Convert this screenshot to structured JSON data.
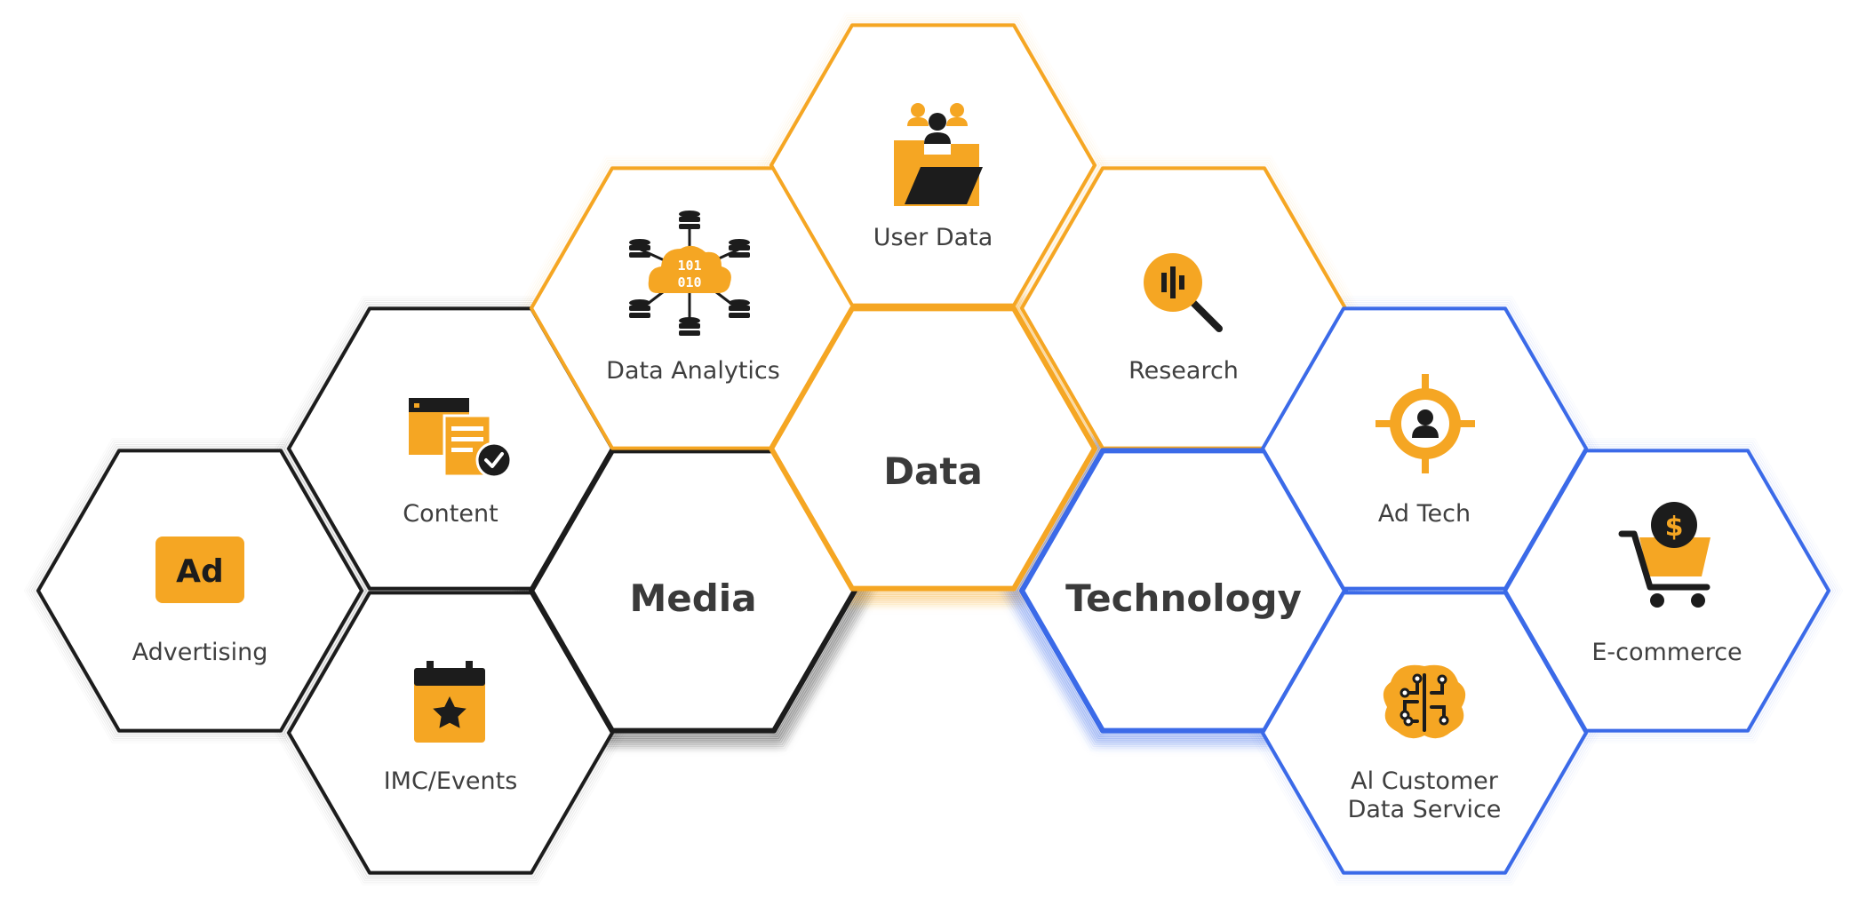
{
  "colors": {
    "orange": "#f5a623",
    "black": "#1c1c1c",
    "blue": "#3b6ae8",
    "hub_text": "#3a3a3a",
    "label_text": "#3f3f3f"
  },
  "cells": {
    "advertising": {
      "label": "Advertising",
      "icon": "ad-badge-icon"
    },
    "content": {
      "label": "Content",
      "icon": "content-documents-icon"
    },
    "imc_events": {
      "label": "IMC/Events",
      "icon": "calendar-star-icon"
    },
    "media": {
      "label": "Media"
    },
    "data_analytics": {
      "label": "Data Analytics",
      "icon": "data-cloud-network-icon"
    },
    "user_data": {
      "label": "User Data",
      "icon": "user-data-folder-icon"
    },
    "data": {
      "label": "Data"
    },
    "research": {
      "label": "Research",
      "icon": "research-magnifier-icon"
    },
    "technology": {
      "label": "Technology"
    },
    "ad_tech": {
      "label": "Ad Tech",
      "icon": "target-user-icon"
    },
    "ai_customer": {
      "label_line1": "Al Customer",
      "label_line2": "Data Service",
      "icon": "ai-brain-circuit-icon"
    },
    "ecommerce": {
      "label": "E-commerce",
      "icon": "shopping-cart-dollar-icon"
    }
  }
}
